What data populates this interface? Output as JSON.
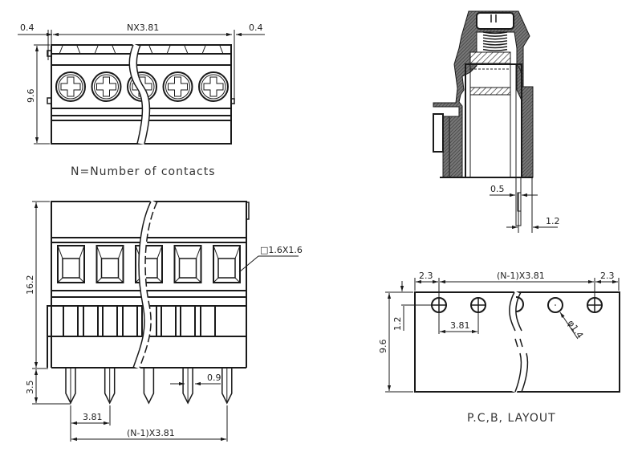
{
  "drawing": {
    "title": "Pluggable terminal block dimensional drawing",
    "stroke_color": "#1a1a1a",
    "background": "#ffffff"
  },
  "top_view": {
    "dim_left_gap": "0.4",
    "dim_pitch_total": "NX3.81",
    "dim_right_gap": "0.4",
    "dim_height": "9.6",
    "screw_count": 5,
    "caption": "N=Number of contacts"
  },
  "front_view": {
    "dim_height": "16.2",
    "dim_pin_length": "3.5",
    "dim_pin_hole": "□1.6X1.6",
    "dim_pin_width": "0.9",
    "dim_pitch": "3.81",
    "dim_pitch_total": "(N-1)X3.81",
    "opening_count": 5,
    "pin_count": 5
  },
  "side_view": {
    "dim_pin_thickness": "0.5",
    "dim_pin_offset": "1.2"
  },
  "pcb_layout": {
    "dim_left_margin": "2.3",
    "dim_pitch_total": "(N-1)X3.81",
    "dim_right_margin": "2.3",
    "dim_hole_offset": "1.2",
    "dim_pitch": "3.81",
    "dim_hole_diameter": "φ1.4",
    "dim_height": "9.6",
    "caption": "P.C,B, LAYOUT"
  }
}
